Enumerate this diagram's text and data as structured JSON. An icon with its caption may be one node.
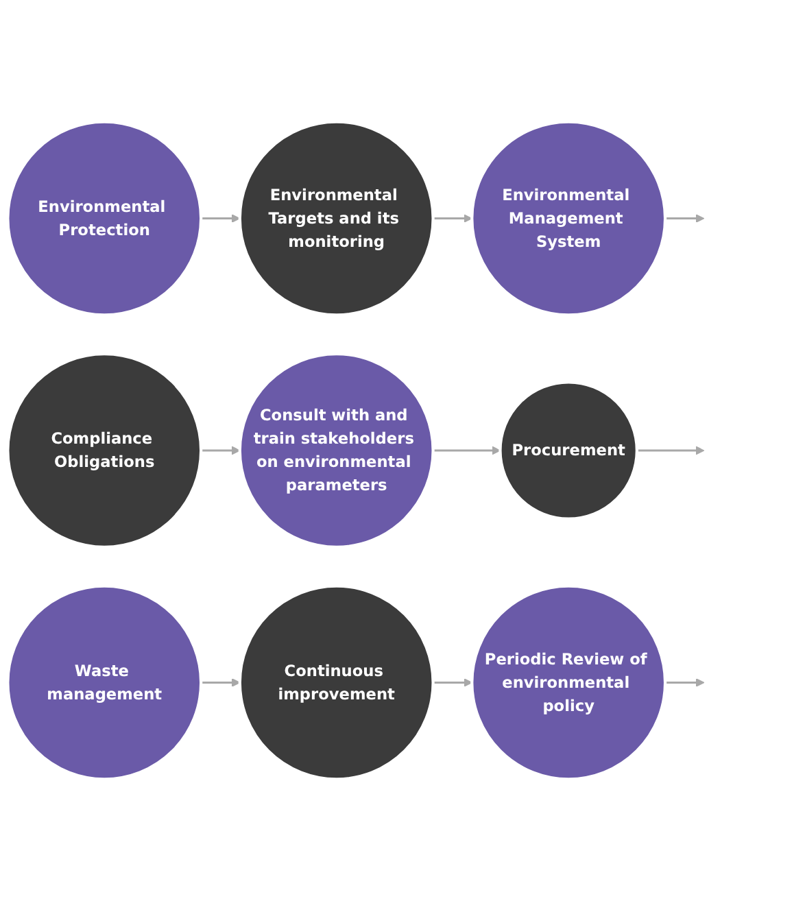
{
  "diagram": {
    "nodes": [
      {
        "text": [
          "Environmental Protection"
        ]
      },
      {
        "text": [
          "Environmental Targets and its monitoring"
        ]
      },
      {
        "text": [
          "Environmental Management System"
        ]
      },
      {
        "text": [
          "Compliance Obligations"
        ]
      },
      {
        "text": [
          "Consult with and train stakeholders on environmental parameters"
        ]
      },
      {
        "text": [
          "Procurement"
        ]
      },
      {
        "text": [
          "Waste management"
        ]
      },
      {
        "text": [
          "Continuous improvement"
        ]
      },
      {
        "text": [
          "Periodic Review of environmental policy"
        ]
      }
    ],
    "edges": [
      {
        "from": 0,
        "to": 1,
        "arrow": "to"
      },
      {
        "from": 1,
        "to": 2,
        "arrow": "to"
      },
      {
        "from": 2,
        "to": null,
        "arrow": "to"
      },
      {
        "from": 3,
        "to": 4,
        "arrow": "to"
      },
      {
        "from": 4,
        "to": 5,
        "arrow": "to"
      },
      {
        "from": 5,
        "to": null,
        "arrow": "to"
      },
      {
        "from": 6,
        "to": 7,
        "arrow": "to"
      },
      {
        "from": 7,
        "to": 8,
        "arrow": "to"
      },
      {
        "from": 8,
        "to": null,
        "arrow": "to"
      }
    ]
  }
}
